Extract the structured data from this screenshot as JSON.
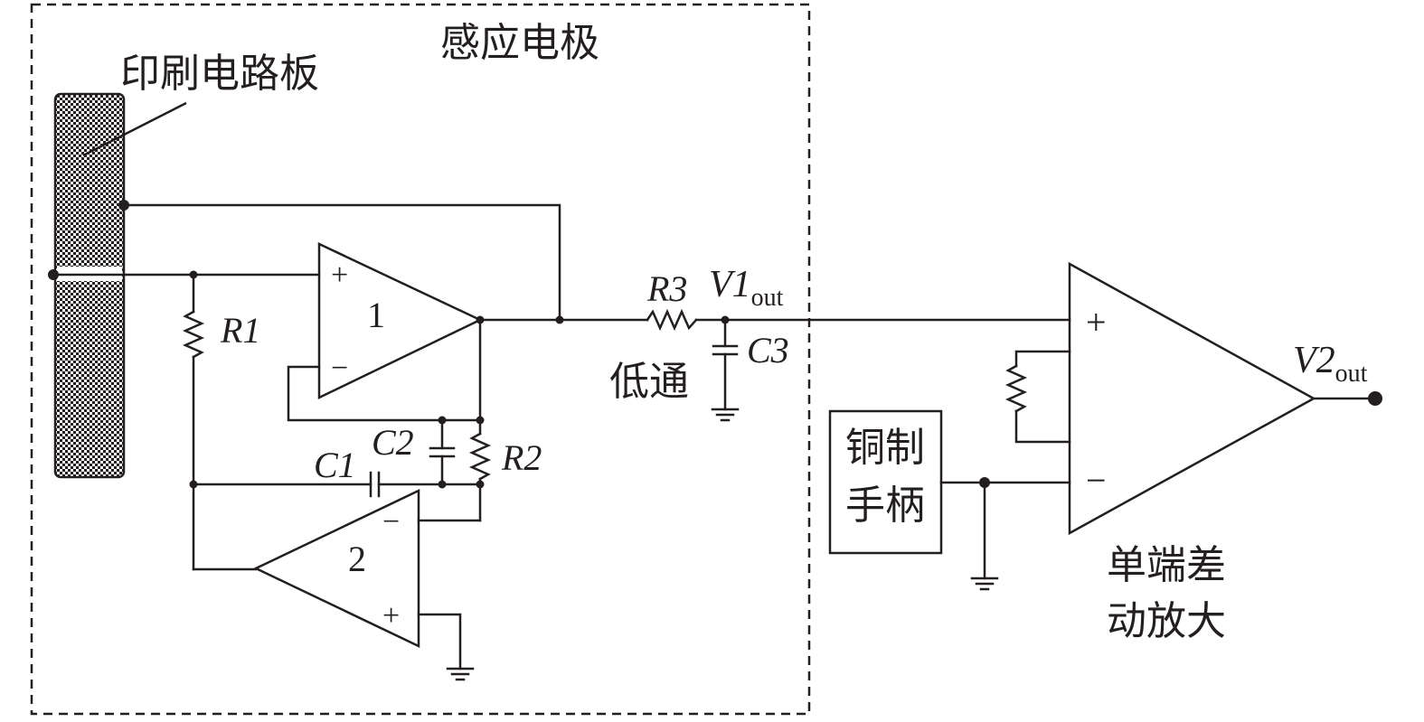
{
  "labels": {
    "sensing_electrode": "感应电极",
    "pcb": "印刷电路板",
    "r1": "R1",
    "r2": "R2",
    "r3": "R3",
    "c1": "C1",
    "c2": "C2",
    "c3": "C3",
    "opamp1_number": "1",
    "opamp2_number": "2",
    "v1_main": "V1",
    "v1_sub": "out",
    "v2_main": "V2",
    "v2_sub": "out",
    "lowpass": "低通",
    "copper_handle_line1": "铜制",
    "copper_handle_line2": "手柄",
    "diff_amp_line1": "单端差",
    "diff_amp_line2": "动放大",
    "plus": "+",
    "minus": "−"
  },
  "colors": {
    "ink": "#231f20",
    "background": "#ffffff"
  }
}
